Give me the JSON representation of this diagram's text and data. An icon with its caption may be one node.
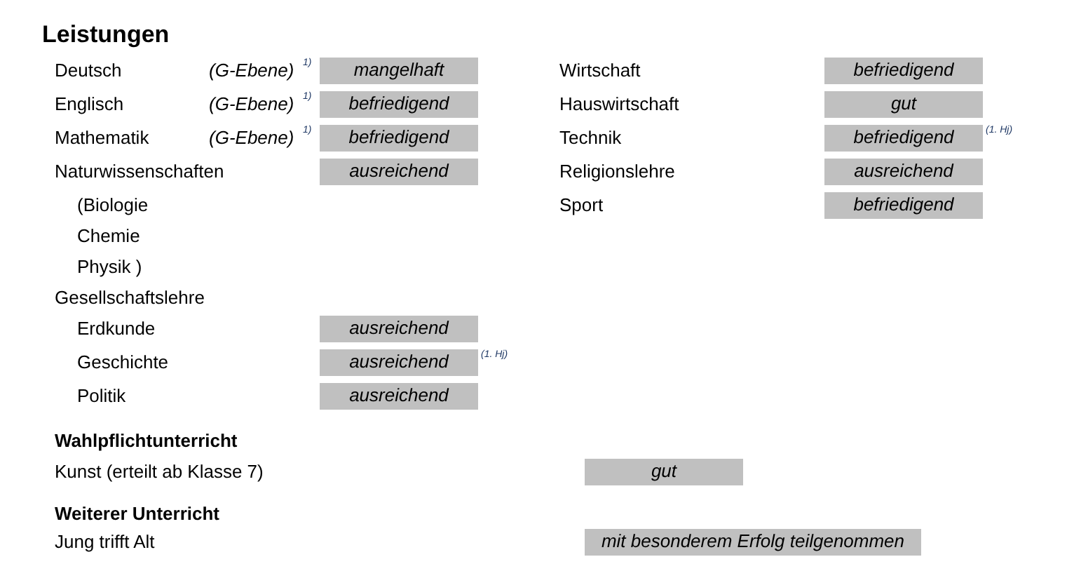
{
  "diagram": {
    "title": "Leistungen",
    "nodes": [
      {
        "text": [
          "mangelhaft"
        ]
      },
      {
        "text": [
          "befriedigend"
        ]
      },
      {
        "text": [
          "befriedigend"
        ]
      },
      {
        "text": [
          "gut"
        ]
      },
      {
        "text": [
          "befriedigend"
        ]
      },
      {
        "text": [
          "befriedigend"
        ]
      },
      {
        "text": [
          "ausreichend"
        ]
      },
      {
        "text": [
          "ausreichend"
        ]
      },
      {
        "text": [
          "befriedigend"
        ]
      },
      {
        "text": [
          "ausreichend"
        ]
      },
      {
        "text": [
          "ausreichend"
        ]
      },
      {
        "text": [
          "ausreichend"
        ]
      },
      {
        "text": [
          "gut"
        ]
      },
      {
        "text": [
          "mit besonderem Erfolg teilgenommen"
        ]
      }
    ],
    "labels": [
      "Deutsch",
      "(G-Ebene)",
      "1)",
      "Wirtschaft",
      "Englisch",
      "(G-Ebene)",
      "1)",
      "Hauswirtschaft",
      "Mathematik",
      "(G-Ebene)",
      "1)",
      "Technik",
      "(1. Hj)",
      "Naturwissenschaften",
      "Religionslehre",
      "(Biologie",
      "Sport",
      "Chemie",
      "Physik )",
      "Gesellschaftslehre",
      "Erdkunde",
      "Geschichte",
      "(1. Hj)",
      "Politik",
      "Wahlpflichtunterricht",
      "Kunst (erteilt ab Klasse 7)",
      "Weiterer Unterricht",
      "Jung trifft Alt"
    ]
  }
}
